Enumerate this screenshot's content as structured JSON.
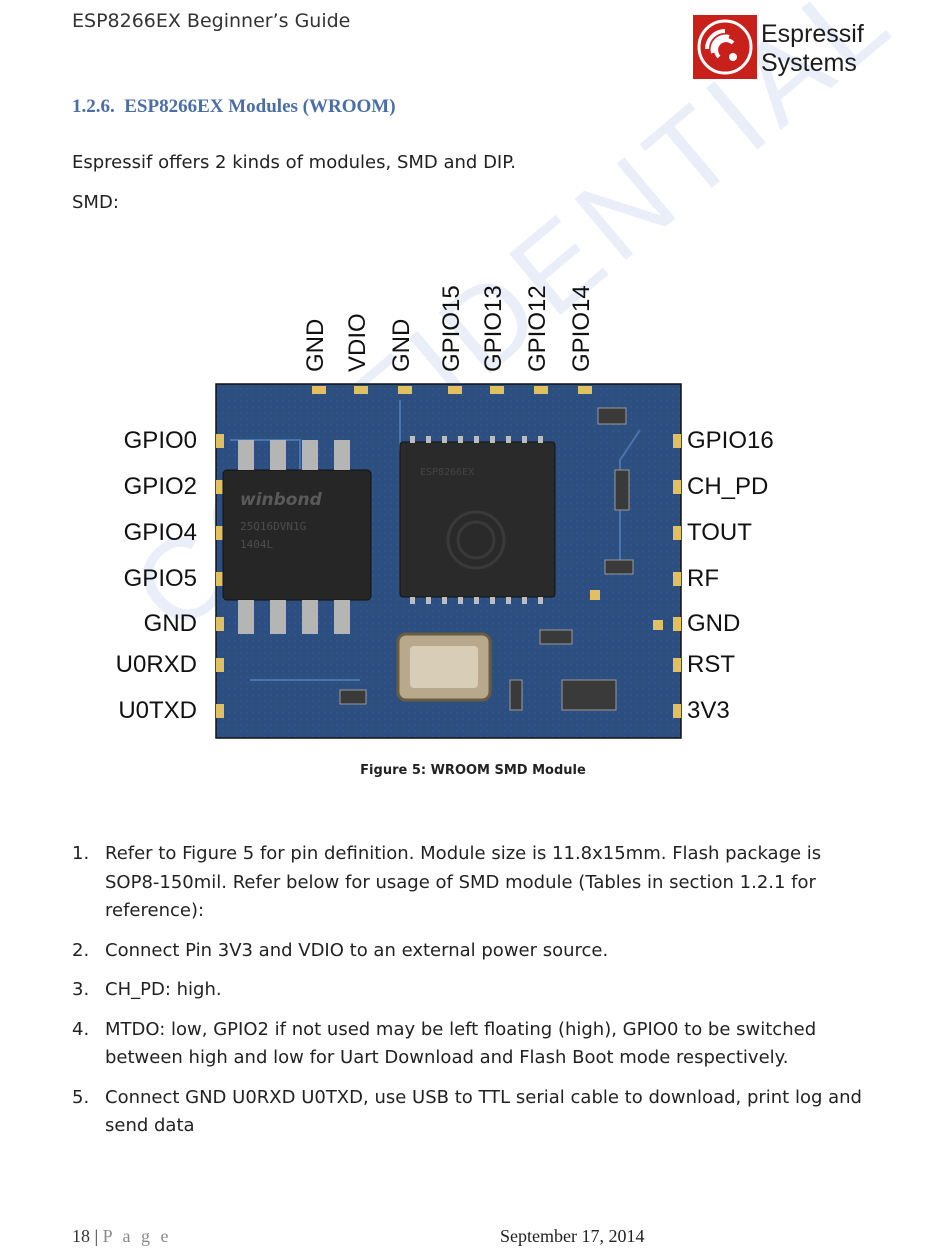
{
  "header": {
    "title": "ESP8266EX Beginner’s Guide",
    "logo_line1": "Espressif",
    "logo_line2": "Systems"
  },
  "section": {
    "number": "1.2.6.",
    "title": "ESP8266EX Modules (WROOM)"
  },
  "intro": "Espressif offers 2 kinds of modules, SMD and  DIP.",
  "smd_label": "SMD:",
  "figure": {
    "caption": "Figure 5: WROOM SMD Module",
    "top_pins": [
      "GND",
      "VDIO",
      "GND",
      "GPIO15",
      "GPIO13",
      "GPIO12",
      "GPIO14"
    ],
    "left_pins": [
      "GPIO0",
      "GPIO2",
      "GPIO4",
      "GPIO5",
      "GND",
      "U0RXD",
      "U0TXD"
    ],
    "right_pins": [
      "GPIO16",
      "CH_PD",
      "TOUT",
      "RF",
      "GND",
      "RST",
      "3V3"
    ],
    "flash_chip_text": "winbond",
    "colors": {
      "pcb": "#2c4d7e",
      "chip": "#2a2a2a",
      "pad": "#e0c060"
    }
  },
  "list": [
    {
      "num": "1.",
      "text": "Refer to Figure 5 for pin definition. Module size is 11.8x15mm. Flash package is SOP8-150mil. Refer below for usage of SMD module (Tables in section 1.2.1 for reference):"
    },
    {
      "num": "2.",
      "text": "Connect Pin 3V3 and VDIO to an external power source."
    },
    {
      "num": "3.",
      "text": "CH_PD: high."
    },
    {
      "num": "4.",
      "text": "MTDO: low, GPIO2 if not used may be left floating (high), GPIO0 to be switched between high and low for Uart Download and Flash Boot mode respectively."
    },
    {
      "num": "5.",
      "text": "Connect GND U0RXD U0TXD, use USB to TTL serial cable to download, print log and send data"
    }
  ],
  "footer": {
    "page_number": "18",
    "separator": "|",
    "page_label": "P a g e",
    "date": "September 17, 2014"
  },
  "watermark": "CONFIDENTIAL"
}
